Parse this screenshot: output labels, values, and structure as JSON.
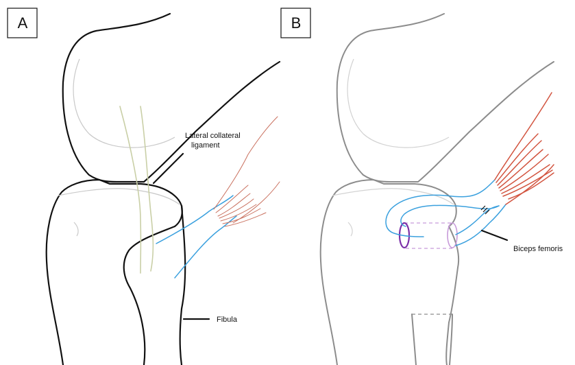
{
  "panels": [
    {
      "letter": "A"
    },
    {
      "letter": "B"
    }
  ],
  "labels": {
    "lcl_line1": "Lateral collateral",
    "lcl_line2": "ligament",
    "fibula": "Fibula",
    "biceps": "Biceps femoris"
  },
  "colors": {
    "bone_outline_a": "#111111",
    "bone_outline_b": "#8c8c8c",
    "ligament": "#c9cfa6",
    "tendon": "#3aa0de",
    "muscle": "#d2543f",
    "tunnel_dark": "#7b2fa8",
    "tunnel_light": "#c79ad9"
  }
}
